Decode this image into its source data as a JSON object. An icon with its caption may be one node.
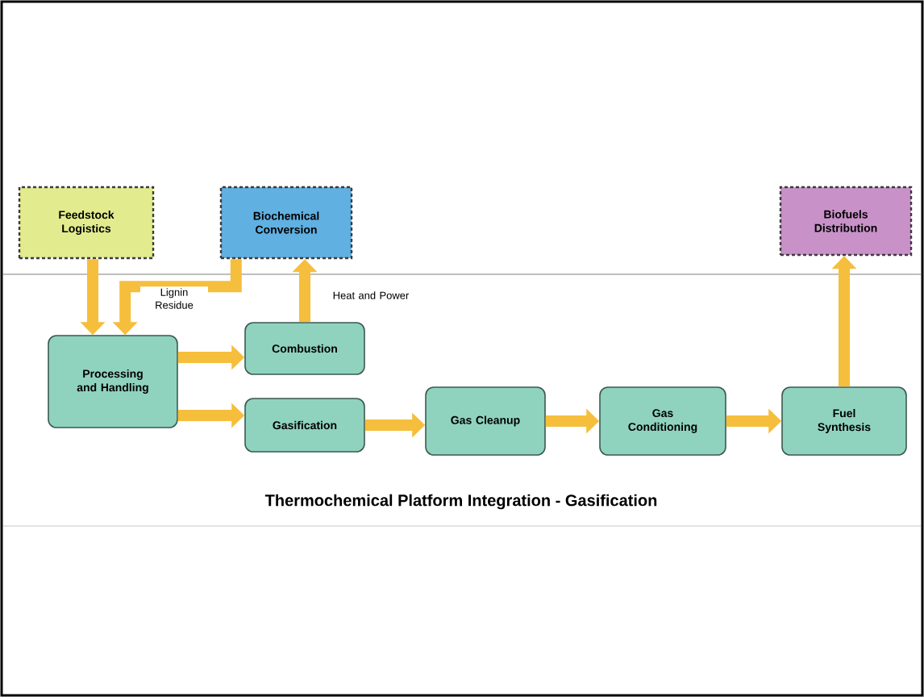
{
  "diagram": {
    "caption": "Thermochemical Platform Integration - Gasification",
    "nodes": [
      {
        "text": [
          "Feedstock Logistics"
        ]
      },
      {
        "text": [
          "Biochemical Conversion"
        ]
      },
      {
        "text": [
          "Biofuels Distribution"
        ]
      },
      {
        "text": [
          "Processing and Handling"
        ]
      },
      {
        "text": [
          "Combustion"
        ]
      },
      {
        "text": [
          "Gasification"
        ]
      },
      {
        "text": [
          "Gas Cleanup"
        ]
      },
      {
        "text": [
          "Gas Conditioning"
        ]
      },
      {
        "text": [
          "Fuel Synthesis"
        ]
      }
    ],
    "edges": [
      {
        "from": 0,
        "to": 3,
        "arrow": "to"
      },
      {
        "from": 1,
        "to": 3,
        "arrow": "to",
        "label": "Lignin Residue"
      },
      {
        "from": 3,
        "to": 4,
        "arrow": "to"
      },
      {
        "from": 3,
        "to": 5,
        "arrow": "to"
      },
      {
        "from": 4,
        "to": 1,
        "arrow": "to",
        "label": "Heat and Power"
      },
      {
        "from": 5,
        "to": 6,
        "arrow": "to"
      },
      {
        "from": 6,
        "to": 7,
        "arrow": "to"
      },
      {
        "from": 7,
        "to": 8,
        "arrow": "to"
      },
      {
        "from": 8,
        "to": 2,
        "arrow": "to"
      }
    ]
  }
}
